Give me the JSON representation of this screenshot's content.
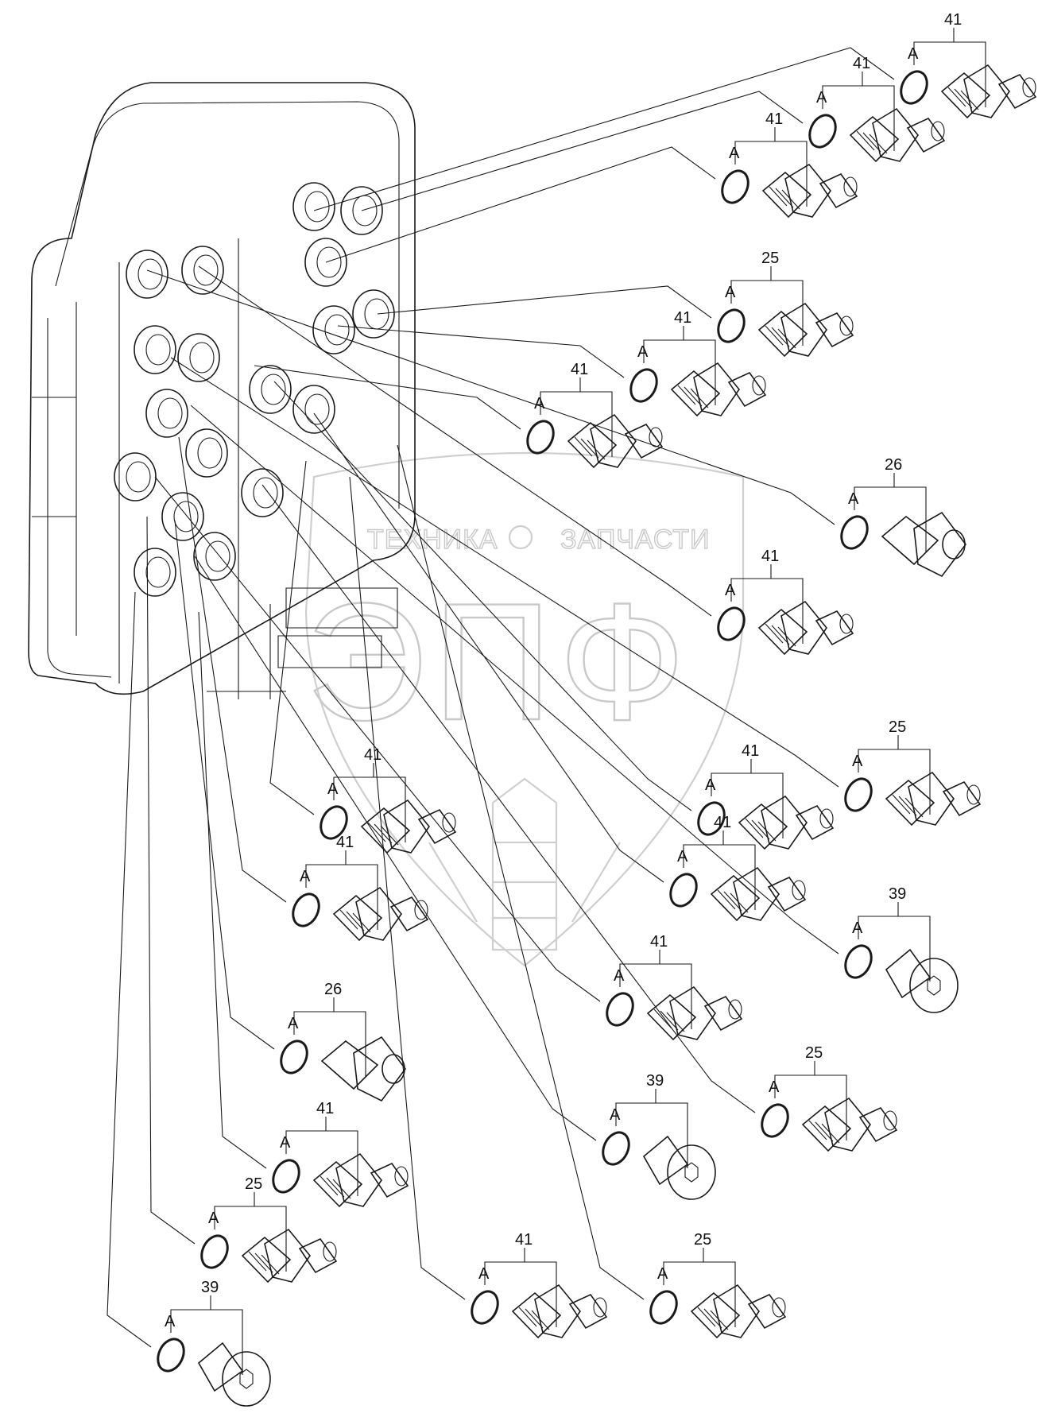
{
  "watermark": {
    "left_word": "ТЕХНИКА",
    "right_word": "ЗАПЧАСТИ",
    "big_letters": "ЭПФ"
  },
  "ring_code": "A",
  "callouts": [
    {
      "part": "41",
      "type": "fitting"
    },
    {
      "part": "41",
      "type": "fitting"
    },
    {
      "part": "41",
      "type": "fitting"
    },
    {
      "part": "25",
      "type": "fitting"
    },
    {
      "part": "41",
      "type": "fitting"
    },
    {
      "part": "41",
      "type": "fitting"
    },
    {
      "part": "26",
      "type": "union"
    },
    {
      "part": "41",
      "type": "fitting"
    },
    {
      "part": "25",
      "type": "fitting"
    },
    {
      "part": "41",
      "type": "fitting"
    },
    {
      "part": "41",
      "type": "fitting"
    },
    {
      "part": "39",
      "type": "plug"
    },
    {
      "part": "41",
      "type": "fitting"
    },
    {
      "part": "41",
      "type": "fitting"
    },
    {
      "part": "41",
      "type": "fitting"
    },
    {
      "part": "26",
      "type": "union"
    },
    {
      "part": "39",
      "type": "plug"
    },
    {
      "part": "25",
      "type": "fitting"
    },
    {
      "part": "41",
      "type": "fitting"
    },
    {
      "part": "25",
      "type": "fitting"
    },
    {
      "part": "41",
      "type": "fitting"
    },
    {
      "part": "25",
      "type": "fitting"
    },
    {
      "part": "39",
      "type": "plug"
    }
  ]
}
